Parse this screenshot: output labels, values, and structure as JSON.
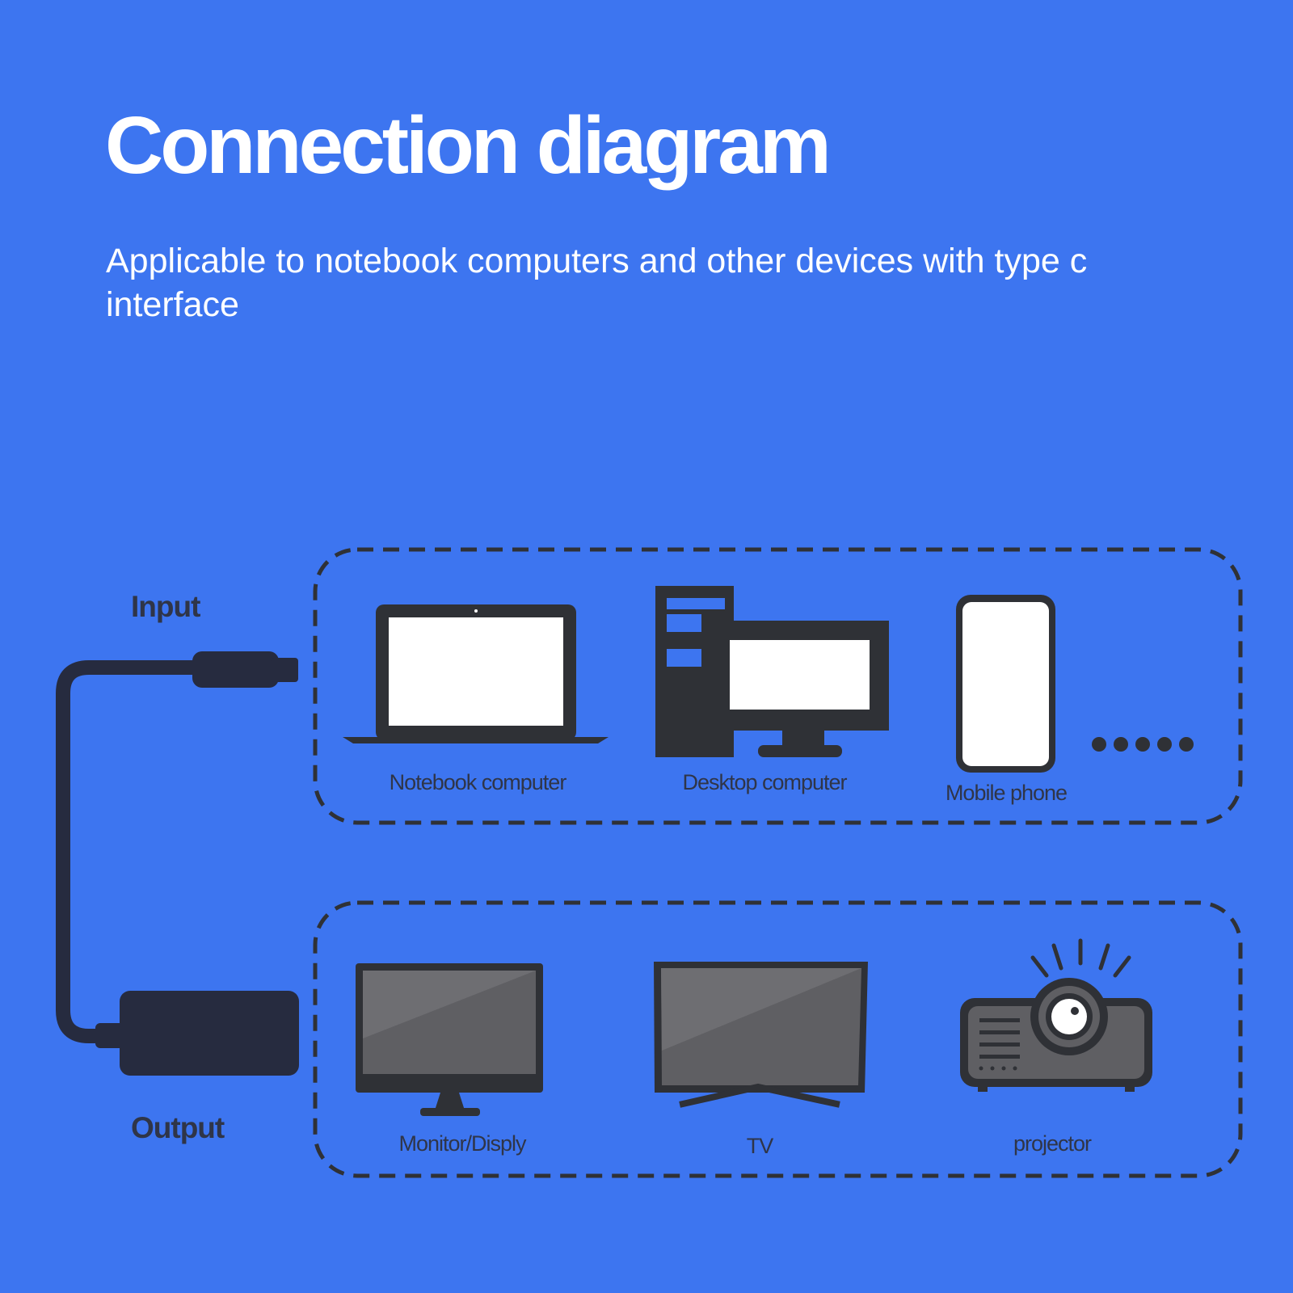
{
  "colors": {
    "background": "#3d75f0",
    "dark": "#2f3136",
    "cable": "#262b3f",
    "screen_white": "#ffffff",
    "screen_gray": "#5f5f63",
    "text_light": "#ffffff",
    "text_dark": "#2f3548"
  },
  "title": "Connection diagram",
  "subtitle": "Applicable to notebook computers and other devices with type c interface",
  "input": {
    "label": "Input",
    "devices": [
      {
        "label": "Notebook computer",
        "icon": "laptop-icon"
      },
      {
        "label": "Desktop computer",
        "icon": "desktop-computer-icon"
      },
      {
        "label": "Mobile phone",
        "icon": "mobile-phone-icon"
      }
    ],
    "more": "....."
  },
  "output": {
    "label": "Output",
    "devices": [
      {
        "label": "Monitor/Disply",
        "icon": "monitor-icon"
      },
      {
        "label": "TV",
        "icon": "tv-icon"
      },
      {
        "label": "projector",
        "icon": "projector-icon"
      }
    ]
  }
}
